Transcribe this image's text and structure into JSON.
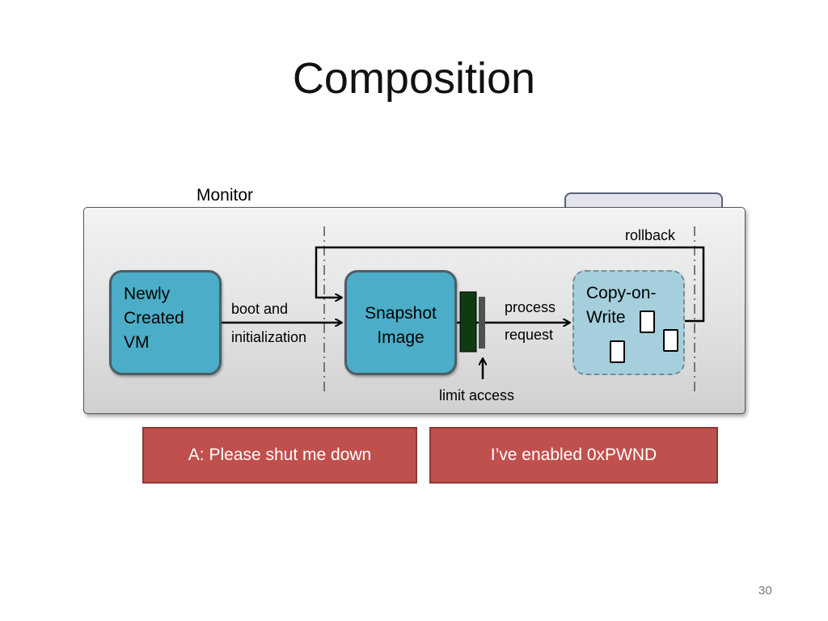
{
  "slide": {
    "title": "Composition",
    "page_number": "30"
  },
  "monitor": {
    "label": "Monitor"
  },
  "nodes": {
    "newly_created_vm": [
      "Newly",
      "Created",
      "VM"
    ],
    "snapshot_image": [
      "Snapshot",
      "Image"
    ],
    "copy_on_write": [
      "Copy-on-",
      "Write"
    ]
  },
  "edges": {
    "boot_label_line1": "boot and",
    "boot_label_line2": "initialization",
    "process_label_line1": "process",
    "process_label_line2": "request",
    "rollback_label": "rollback",
    "limit_access_label": "limit access"
  },
  "banners": {
    "left": "A: Please shut me down",
    "right": "I’ve enabled 0xPWND"
  },
  "colors": {
    "node_fill": "#4badc7",
    "cow_fill": "#a5cfdc",
    "banner_fill": "#c0504d",
    "gate_dark": "#0f3a12",
    "gate_gray": "#505050"
  }
}
